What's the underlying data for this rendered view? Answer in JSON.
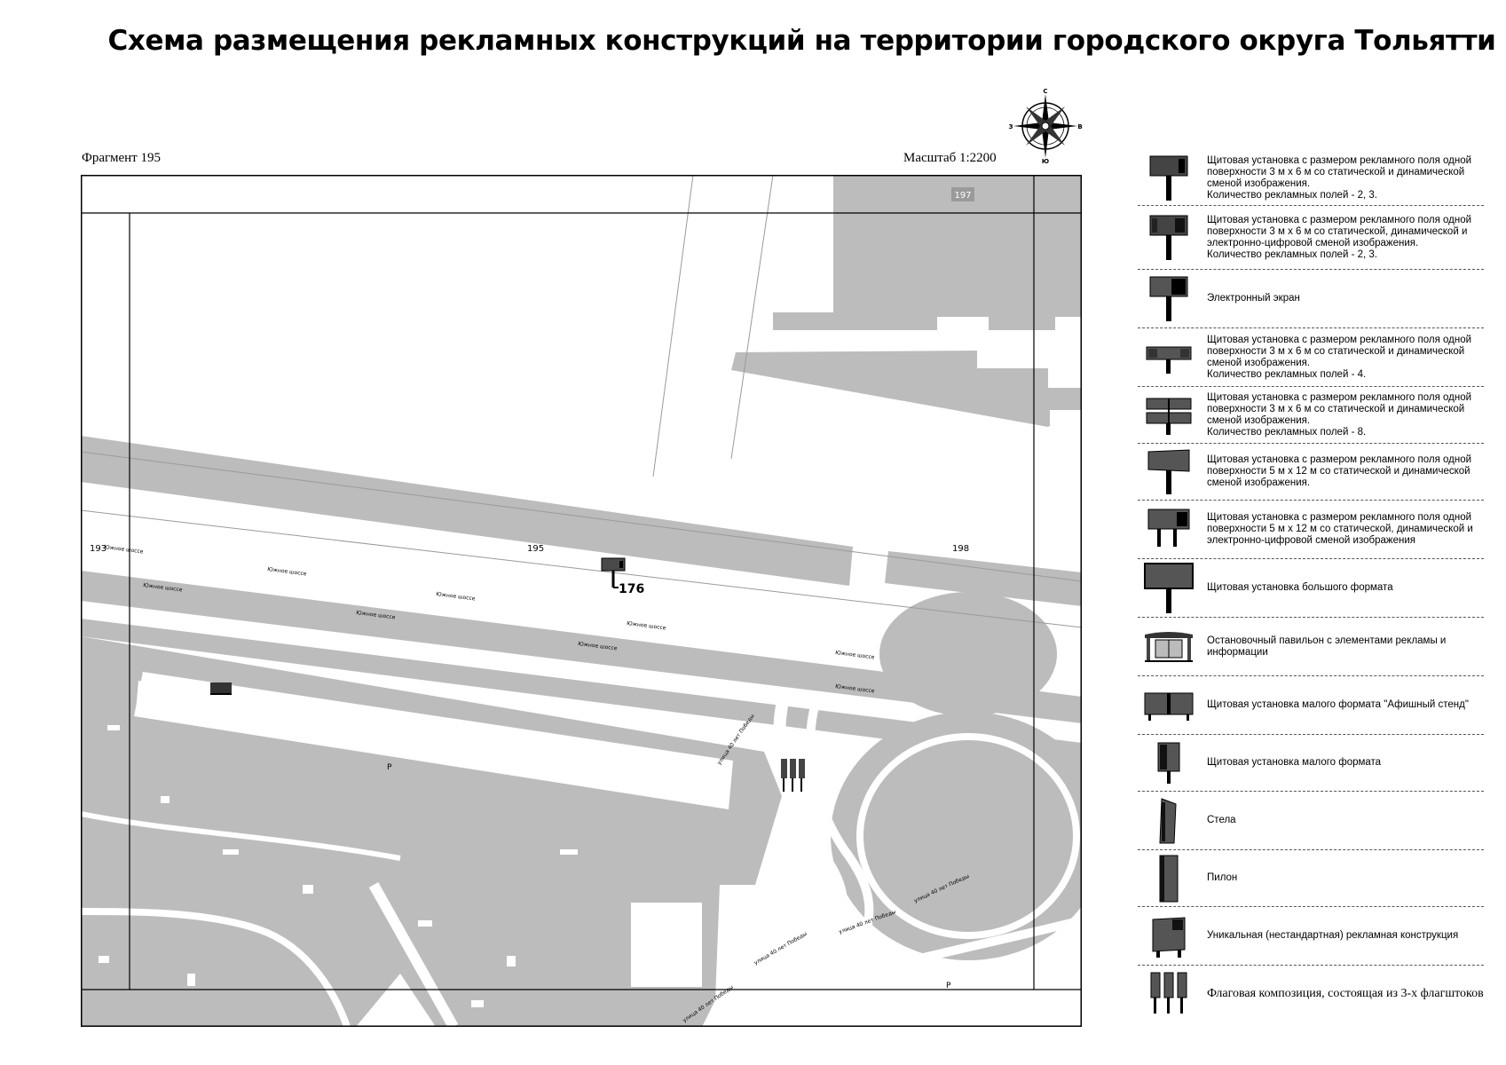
{
  "header": {
    "title": "Схема размещения рекламных конструкций на территории городского округа Тольятти",
    "fragment": "Фрагмент 195",
    "scale": "Масштаб 1:2200"
  },
  "compass": {
    "north": "С",
    "south": "Ю",
    "west": "З",
    "east": "В"
  },
  "map": {
    "fragment_numbers": {
      "top_right": "197",
      "left": "193",
      "center": "195",
      "right": "198"
    },
    "marker_label": "176",
    "street_labels": [
      "Южное шоссе",
      "Южное шоссе",
      "Южное шоссе",
      "Южное шоссе",
      "Южное шоссе",
      "Южное шоссе",
      "Южное шоссе",
      "Южное шоссе",
      "Южное шоссе",
      "улица 40 лет Победы",
      "улица 40 лет Победы",
      "улица 40 лет Победы",
      "улица 40 лет Победы",
      "улица 40 лет Победы"
    ],
    "parking_labels": [
      "P",
      "P"
    ],
    "colors": {
      "fill": "#bcbcbc",
      "border": "#000000",
      "thin_line": "#9a9a9a"
    }
  },
  "legend": {
    "items": [
      {
        "icon": "billboard-static-dynamic-icon",
        "text": "Щитовая установка с размером рекламного поля одной поверхности 3 м х 6 м со статической и динамической сменой изображения.\nКоличество рекламных полей - 2, 3."
      },
      {
        "icon": "billboard-digital-icon",
        "text": "Щитовая установка с размером рекламного поля одной поверхности 3 м х 6 м со статической, динамической и электронно-цифровой сменой изображения.\nКоличество рекламных полей - 2, 3."
      },
      {
        "icon": "electronic-screen-icon",
        "text": "Электронный экран"
      },
      {
        "icon": "billboard-four-fields-icon",
        "text": "Щитовая установка с размером рекламного поля одной поверхности 3 м х 6 м со статической и динамической сменой изображения.\nКоличество рекламных полей - 4."
      },
      {
        "icon": "billboard-eight-fields-icon",
        "text": "Щитовая установка с размером рекламного поля одной поверхности 3 м х 6 м со статической и динамической сменой изображения.\nКоличество рекламных полей - 8."
      },
      {
        "icon": "billboard-5x12-icon",
        "text": "Щитовая установка с размером рекламного поля одной поверхности 5 м х 12 м со статической и динамической сменой изображения."
      },
      {
        "icon": "billboard-5x12-digital-icon",
        "text": "Щитовая установка с размером рекламного поля одной поверхности 5 м х 12 м со статической, динамической и электронно-цифровой сменой изображения"
      },
      {
        "icon": "large-format-billboard-icon",
        "text": "Щитовая установка большого формата"
      },
      {
        "icon": "bus-stop-pavilion-icon",
        "text": "Остановочный павильон с элементами рекламы и информации"
      },
      {
        "icon": "poster-stand-icon",
        "text": "Щитовая установка малого формата \"Афишный стенд\""
      },
      {
        "icon": "small-format-billboard-icon",
        "text": "Щитовая установка малого формата"
      },
      {
        "icon": "stela-icon",
        "text": "Стела"
      },
      {
        "icon": "pylon-icon",
        "text": "Пилон"
      },
      {
        "icon": "unique-construction-icon",
        "text": "Уникальная (нестандартная) рекламная конструкция"
      },
      {
        "icon": "flag-composition-icon",
        "text": "Флаговая композиция, состоящая из 3-х флагштоков"
      }
    ]
  }
}
